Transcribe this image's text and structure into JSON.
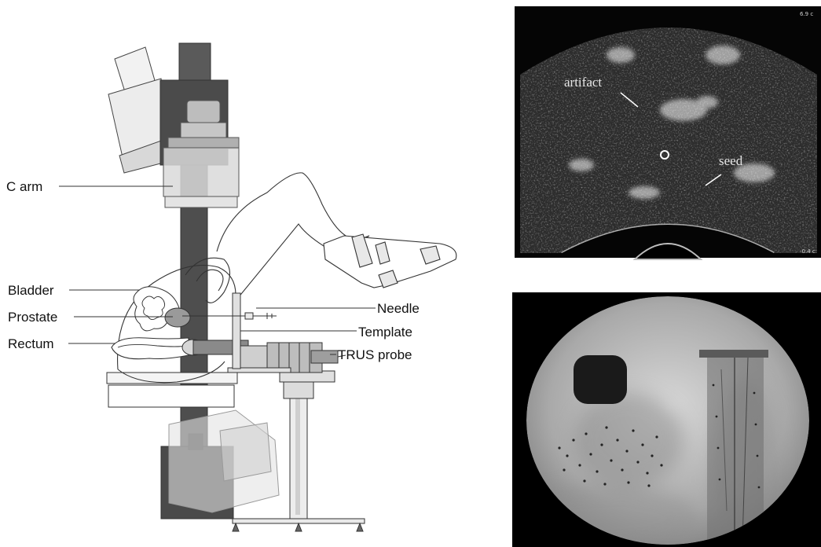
{
  "labels": {
    "c_arm": "C arm",
    "bladder": "Bladder",
    "prostate": "Prostate",
    "rectum": "Rectum",
    "needle": "Needle",
    "template": "Template",
    "trus_probe": "TRUS probe"
  },
  "ultrasound": {
    "annotation_artifact": "artifact",
    "annotation_seed": "seed",
    "depth_top": "6.9 c",
    "depth_bottom": "-0.4 c"
  },
  "colors": {
    "c_arm_dark": "#555555",
    "c_arm_light": "#cfcfcf",
    "prostate": "#9a9a9a",
    "probe": "#777777",
    "ultrasound_bg": "#0b0b0b",
    "fluoro_bg": "#9c9c9c"
  }
}
